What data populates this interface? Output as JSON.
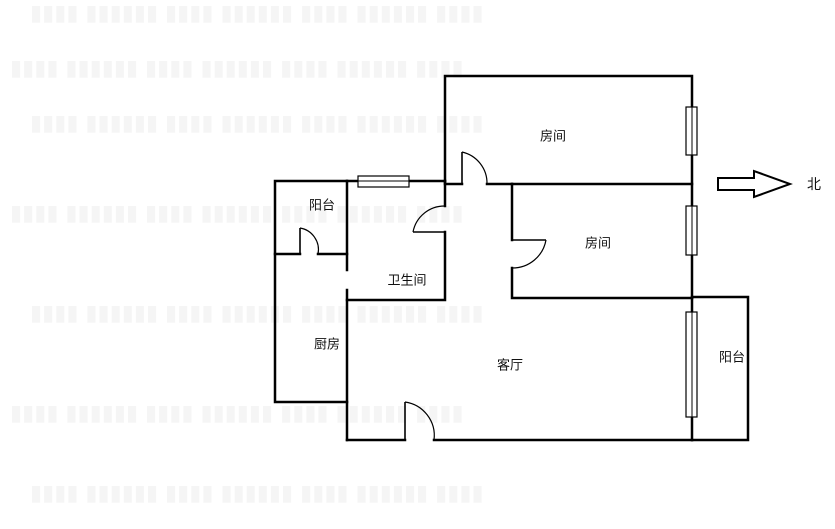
{
  "rooms": {
    "bedroom_north": "房间",
    "bedroom_south": "房间",
    "balcony_west": "阳台",
    "bathroom": "卫生间",
    "kitchen": "厨房",
    "living_room": "客厅",
    "balcony_east": "阳台"
  },
  "compass": {
    "direction": "北",
    "icon": "north-arrow-icon"
  }
}
